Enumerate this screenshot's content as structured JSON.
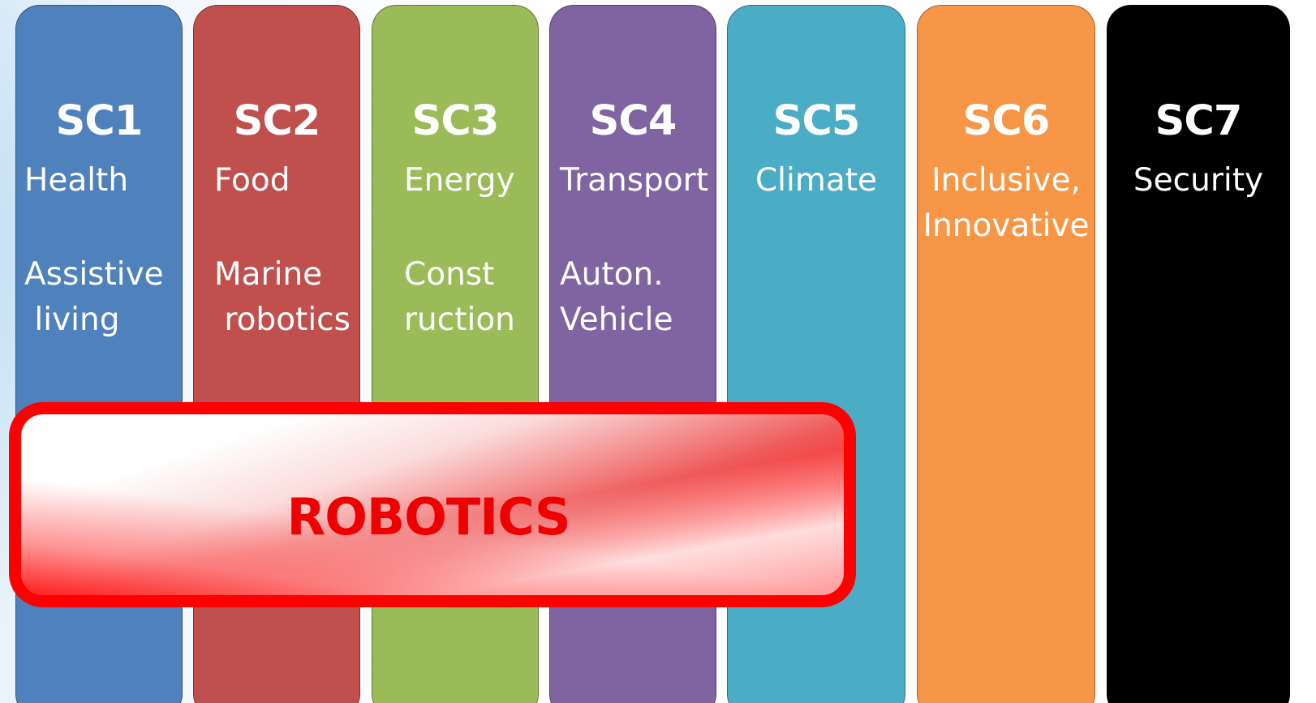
{
  "columns": [
    {
      "code": "SC1",
      "theme": "Health",
      "robotics": "Assistive\n living",
      "color": "#4f81bd"
    },
    {
      "code": "SC2",
      "theme": "Food",
      "robotics": "Marine\n robotics",
      "color": "#c0504d"
    },
    {
      "code": "SC3",
      "theme": "Energy",
      "robotics": "Const\nruction",
      "color": "#9bbb59"
    },
    {
      "code": "SC4",
      "theme": "Transport",
      "robotics": "Auton.\nVehicle",
      "color": "#8064a2"
    },
    {
      "code": "SC5",
      "theme": "Climate",
      "robotics": "",
      "color": "#4bacc6"
    },
    {
      "code": "SC6",
      "theme": "Inclusive,\nInnovative",
      "robotics": "",
      "color": "#f79646"
    },
    {
      "code": "SC7",
      "theme": "Security",
      "robotics": "",
      "color": "#000000"
    }
  ],
  "banner": {
    "label": "ROBOTICS",
    "border_color": "#ff0000",
    "text_color": "#ee0000"
  }
}
